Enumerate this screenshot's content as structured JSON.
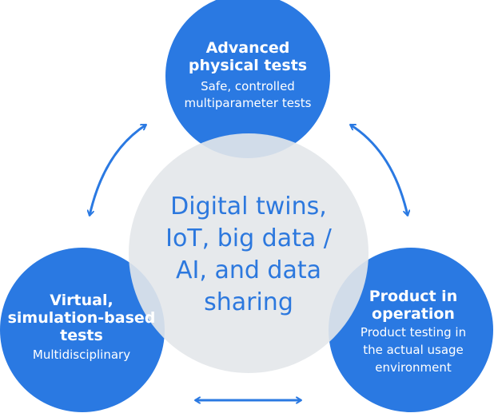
{
  "colors": {
    "node_blue": "#2a79e2",
    "center_gray": "#e3e7ea",
    "center_text": "#2c78de",
    "arrow": "#2a79e2",
    "node_text": "#ffffff"
  },
  "center": {
    "lines": [
      "Digital twins,",
      "IoT, big data /",
      "AI, and data",
      "sharing"
    ]
  },
  "nodes": {
    "top": {
      "title": [
        "Advanced",
        "physical tests"
      ],
      "subtitle": [
        "Safe, controlled",
        "multiparameter tests"
      ]
    },
    "left": {
      "title": [
        "Virtual,",
        "simulation-based",
        "tests"
      ],
      "subtitle": [
        "Multidisciplinary"
      ]
    },
    "right": {
      "title": [
        "Product in",
        "operation"
      ],
      "subtitle": [
        "Product testing in",
        "the actual usage",
        "environment"
      ]
    }
  }
}
